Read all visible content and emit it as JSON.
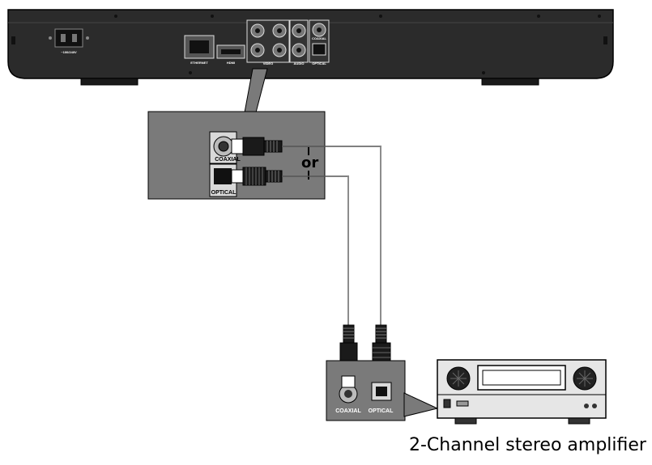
{
  "player": {
    "power_label": "~100/240V",
    "ports": {
      "ethernet": "ETHERNET",
      "hdmi": "HDMI",
      "video": "VIDEO",
      "audio": "AUDIO",
      "optical": "OPTICAL",
      "coaxial": "COAXIAL"
    }
  },
  "zoom_panel": {
    "coaxial_label": "COAXIAL",
    "optical_label": "OPTICAL",
    "or_text": "or"
  },
  "amp_panel": {
    "coaxial_label": "COAXIAL",
    "optical_label": "OPTICAL"
  },
  "caption": "2-Channel stereo amplifier"
}
